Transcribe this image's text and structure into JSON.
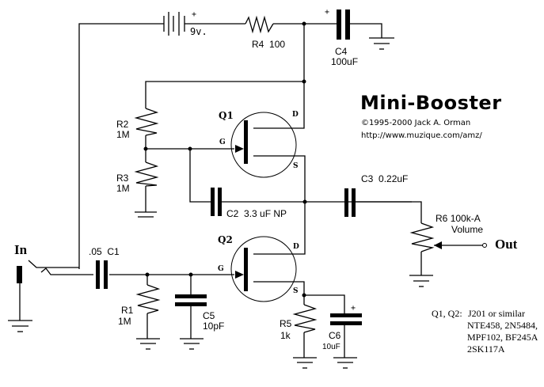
{
  "title": "Mini-Booster",
  "copyright": "©1995-2000 Jack A. Orman",
  "url": "http://www.muzique.com/amz/",
  "io": {
    "input": "In",
    "output": "Out"
  },
  "battery": {
    "voltage": "9v.",
    "polarity": "+"
  },
  "components": {
    "r1": {
      "name": "R1",
      "value": "1M"
    },
    "r2": {
      "name": "R2",
      "value": "1M"
    },
    "r3": {
      "name": "R3",
      "value": "1M"
    },
    "r4": {
      "name": "R4",
      "value": "100"
    },
    "r5": {
      "name": "R5",
      "value": "1k"
    },
    "r6": {
      "name": "R6",
      "value": "100k-A",
      "function": "Volume"
    },
    "c1": {
      "name": "C1",
      "value": ".05"
    },
    "c2": {
      "name": "C2",
      "value": "3.3 uF NP"
    },
    "c3": {
      "name": "C3",
      "value": "0.22uF"
    },
    "c4": {
      "name": "C4",
      "value": "100uF",
      "polarity": "+"
    },
    "c5": {
      "name": "C5",
      "value": "10pF"
    },
    "c6": {
      "name": "C6",
      "value": "10uF",
      "polarity": "+"
    },
    "q1": {
      "name": "Q1",
      "gate": "G",
      "drain": "D",
      "source": "S"
    },
    "q2": {
      "name": "Q2",
      "gate": "G",
      "drain": "D",
      "source": "S"
    }
  },
  "transistor_note": {
    "label": "Q1, Q2:",
    "lines": [
      "J201 or similar",
      "NTE458, 2N5484,",
      "MPF102, BF245A",
      "2SK117A"
    ]
  }
}
